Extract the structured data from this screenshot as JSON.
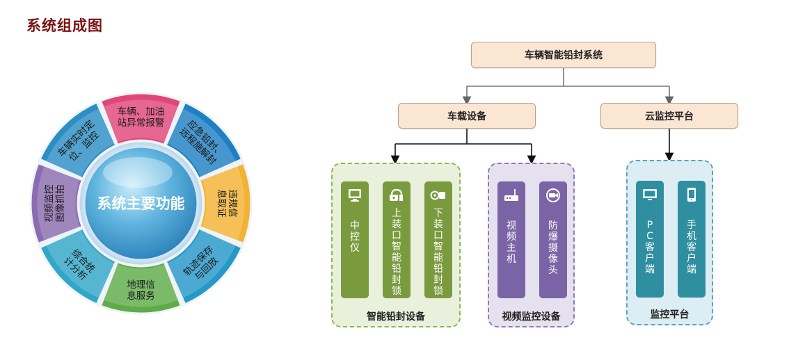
{
  "page_title": "系统组成图",
  "wheel": {
    "center": "系统主要功能",
    "segments": [
      {
        "lines": [
          "车辆实时定",
          "位、监控"
        ],
        "color": "#2b8ec4"
      },
      {
        "lines": [
          "车辆、加油",
          "站异常报警"
        ],
        "color": "#e0467a"
      },
      {
        "lines": [
          "应急铅封、",
          "远程施解封"
        ],
        "color": "#1f7fc4"
      },
      {
        "lines": [
          "违规信",
          "息取证"
        ],
        "color": "#f2b233"
      },
      {
        "lines": [
          "轨迹保存",
          "与回放"
        ],
        "color": "#2597c9"
      },
      {
        "lines": [
          "地理信",
          "息服务"
        ],
        "color": "#5fab48"
      },
      {
        "lines": [
          "综合统",
          "计分析"
        ],
        "color": "#31a6c8"
      },
      {
        "lines": [
          "视频监控",
          "图像抓拍"
        ],
        "color": "#8a6db0"
      }
    ]
  },
  "diagram": {
    "root": "车辆智能铅封系统",
    "vehicle": "车载设备",
    "cloud": "云监控平台",
    "groups": [
      {
        "label": "智能铅封设备",
        "color": "#7a9a3e",
        "bg": "#e9f1dc",
        "border": "#8fb35a",
        "devices": [
          {
            "name": "中控仪",
            "icon": "monitor-icon"
          },
          {
            "name": "上装口智能铅封锁",
            "icon": "lock-icon"
          },
          {
            "name": "下装口智能铅封锁",
            "icon": "valve-lock-icon"
          }
        ]
      },
      {
        "label": "视频监控设备",
        "color": "#7b64a6",
        "bg": "#e6e1ee",
        "border": "#8e79b3",
        "devices": [
          {
            "name": "视频主机",
            "icon": "dvr-icon"
          },
          {
            "name": "防爆摄像头",
            "icon": "camera-icon"
          }
        ]
      },
      {
        "label": "监控平台",
        "color": "#2f8fa0",
        "bg": "#dceef3",
        "border": "#5aa3bd",
        "devices": [
          {
            "name": "PC客户端",
            "icon": "pc-icon"
          },
          {
            "name": "手机客户端",
            "icon": "phone-icon"
          }
        ]
      }
    ]
  }
}
